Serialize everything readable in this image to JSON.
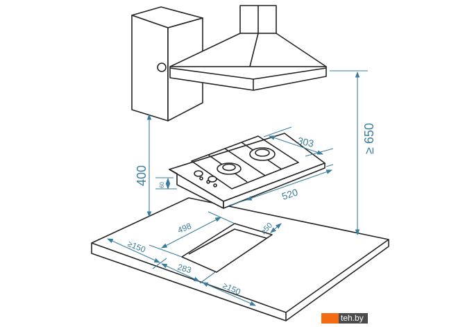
{
  "dimensions": {
    "hood_height": "≥ 650",
    "cabinet_height": "400",
    "hob_depth": "303",
    "hob_width": "520",
    "hob_thickness": "60",
    "cutout_length": "498",
    "cutout_width": "283",
    "side_clearance_left": "≥150",
    "side_clearance_right": "≥150",
    "back_clearance": "≥50"
  },
  "watermark": "teh.by",
  "colors": {
    "dimension": "#3b7c9b",
    "line": "#222222",
    "brand": "#f26a12"
  }
}
